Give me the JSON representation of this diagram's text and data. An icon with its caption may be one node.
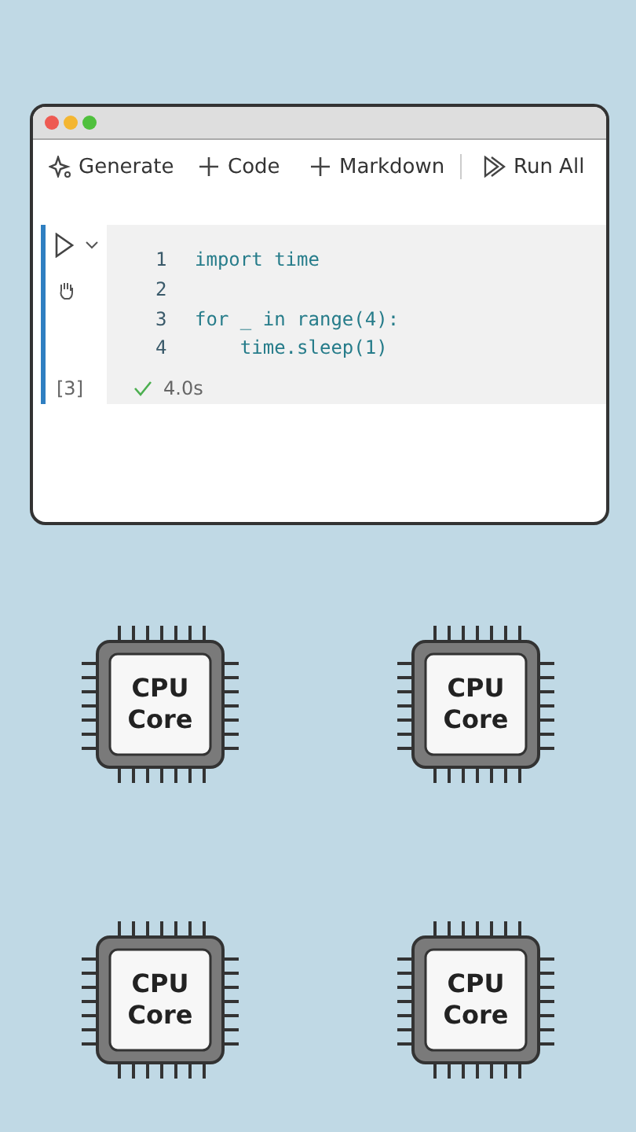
{
  "diagram": {
    "nodes": [
      {
        "text": [
          "CPU Core"
        ]
      },
      {
        "text": [
          "CPU Core"
        ]
      },
      {
        "text": [
          "CPU Core"
        ]
      },
      {
        "text": [
          "CPU Core"
        ]
      }
    ],
    "edges": [],
    "labels": [
      "Generate",
      "Code",
      "Markdown",
      "Run All",
      "1",
      "import time",
      "2",
      "3",
      "for _ in range(4):",
      "4",
      "    time.sleep(1)",
      "[3]",
      "4.0s"
    ]
  }
}
